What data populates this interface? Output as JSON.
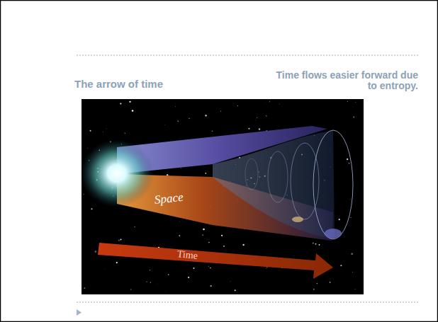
{
  "diagram": {
    "title": "The arrow of time",
    "labels": [
      "Time flows easier forward due to entropy.",
      "Space",
      "Time"
    ]
  }
}
